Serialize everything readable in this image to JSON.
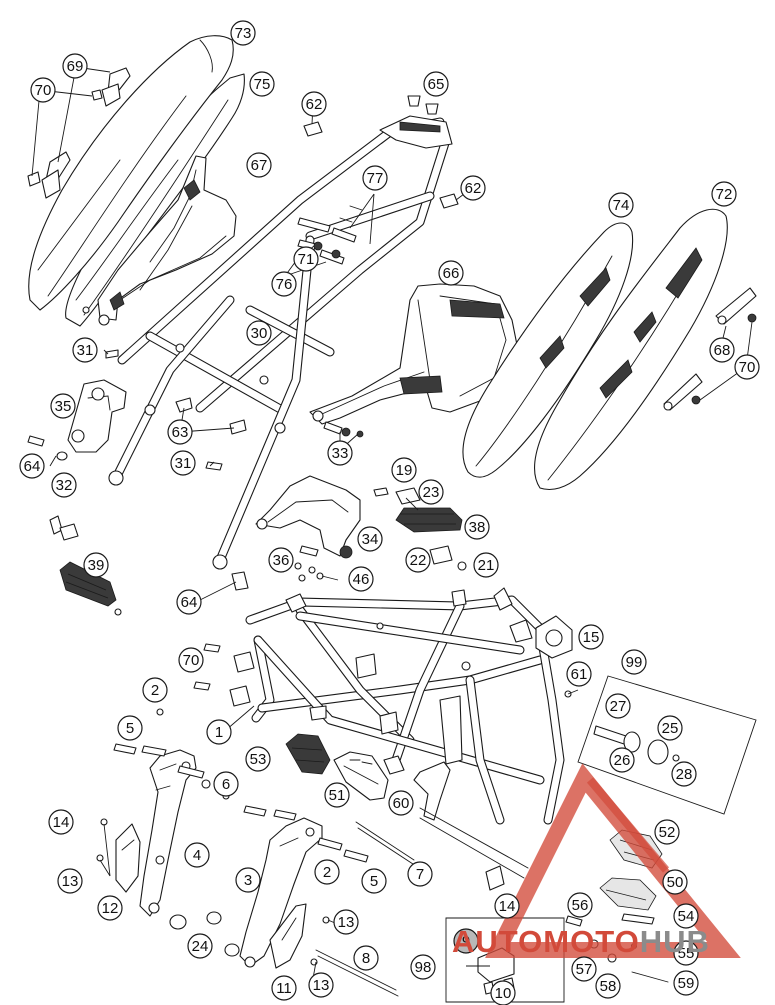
{
  "diagram": {
    "callouts": [
      {
        "label": "73",
        "shade": "w"
      },
      {
        "label": "69",
        "shade": "w"
      },
      {
        "label": "70",
        "shade": "w"
      },
      {
        "label": "75",
        "shade": "w"
      },
      {
        "label": "65",
        "shade": "w"
      },
      {
        "label": "62",
        "shade": "w"
      },
      {
        "label": "67",
        "shade": "w"
      },
      {
        "label": "77",
        "shade": "w"
      },
      {
        "label": "62",
        "shade": "w"
      },
      {
        "label": "74",
        "shade": "w"
      },
      {
        "label": "72",
        "shade": "w"
      },
      {
        "label": "71",
        "shade": "w"
      },
      {
        "label": "76",
        "shade": "w"
      },
      {
        "label": "66",
        "shade": "w"
      },
      {
        "label": "30",
        "shade": "w"
      },
      {
        "label": "31",
        "shade": "w"
      },
      {
        "label": "68",
        "shade": "w"
      },
      {
        "label": "70",
        "shade": "w"
      },
      {
        "label": "35",
        "shade": "w"
      },
      {
        "label": "63",
        "shade": "w"
      },
      {
        "label": "33",
        "shade": "w"
      },
      {
        "label": "64",
        "shade": "w"
      },
      {
        "label": "32",
        "shade": "w"
      },
      {
        "label": "31",
        "shade": "w"
      },
      {
        "label": "19",
        "shade": "w"
      },
      {
        "label": "23",
        "shade": "w"
      },
      {
        "label": "38",
        "shade": "w"
      },
      {
        "label": "34",
        "shade": "w"
      },
      {
        "label": "22",
        "shade": "w"
      },
      {
        "label": "21",
        "shade": "w"
      },
      {
        "label": "39",
        "shade": "w"
      },
      {
        "label": "36",
        "shade": "w"
      },
      {
        "label": "46",
        "shade": "w"
      },
      {
        "label": "64",
        "shade": "w"
      },
      {
        "label": "15",
        "shade": "w"
      },
      {
        "label": "99",
        "shade": "w"
      },
      {
        "label": "70",
        "shade": "w"
      },
      {
        "label": "61",
        "shade": "w"
      },
      {
        "label": "2",
        "shade": "w"
      },
      {
        "label": "27",
        "shade": "w"
      },
      {
        "label": "25",
        "shade": "w"
      },
      {
        "label": "1",
        "shade": "w"
      },
      {
        "label": "5",
        "shade": "w"
      },
      {
        "label": "26",
        "shade": "w"
      },
      {
        "label": "28",
        "shade": "w"
      },
      {
        "label": "53",
        "shade": "w"
      },
      {
        "label": "6",
        "shade": "w"
      },
      {
        "label": "51",
        "shade": "w"
      },
      {
        "label": "60",
        "shade": "w"
      },
      {
        "label": "14",
        "shade": "w"
      },
      {
        "label": "4",
        "shade": "w"
      },
      {
        "label": "52",
        "shade": "w"
      },
      {
        "label": "13",
        "shade": "w"
      },
      {
        "label": "2",
        "shade": "w"
      },
      {
        "label": "7",
        "shade": "w"
      },
      {
        "label": "3",
        "shade": "w"
      },
      {
        "label": "5",
        "shade": "w"
      },
      {
        "label": "50",
        "shade": "w"
      },
      {
        "label": "12",
        "shade": "w"
      },
      {
        "label": "14",
        "shade": "w"
      },
      {
        "label": "56",
        "shade": "w"
      },
      {
        "label": "54",
        "shade": "w"
      },
      {
        "label": "13",
        "shade": "w"
      },
      {
        "label": "24",
        "shade": "w"
      },
      {
        "label": "9",
        "shade": "g"
      },
      {
        "label": "55",
        "shade": "w"
      },
      {
        "label": "8",
        "shade": "w"
      },
      {
        "label": "98",
        "shade": "w"
      },
      {
        "label": "57",
        "shade": "w"
      },
      {
        "label": "58",
        "shade": "w"
      },
      {
        "label": "11",
        "shade": "w"
      },
      {
        "label": "13",
        "shade": "w"
      },
      {
        "label": "10",
        "shade": "w"
      },
      {
        "label": "59",
        "shade": "w"
      }
    ]
  },
  "watermark": {
    "part1": "AUTOMOTO",
    "part2": "HUB",
    "color_primary": "#d24a3a",
    "color_secondary": "#8b8b8b"
  }
}
